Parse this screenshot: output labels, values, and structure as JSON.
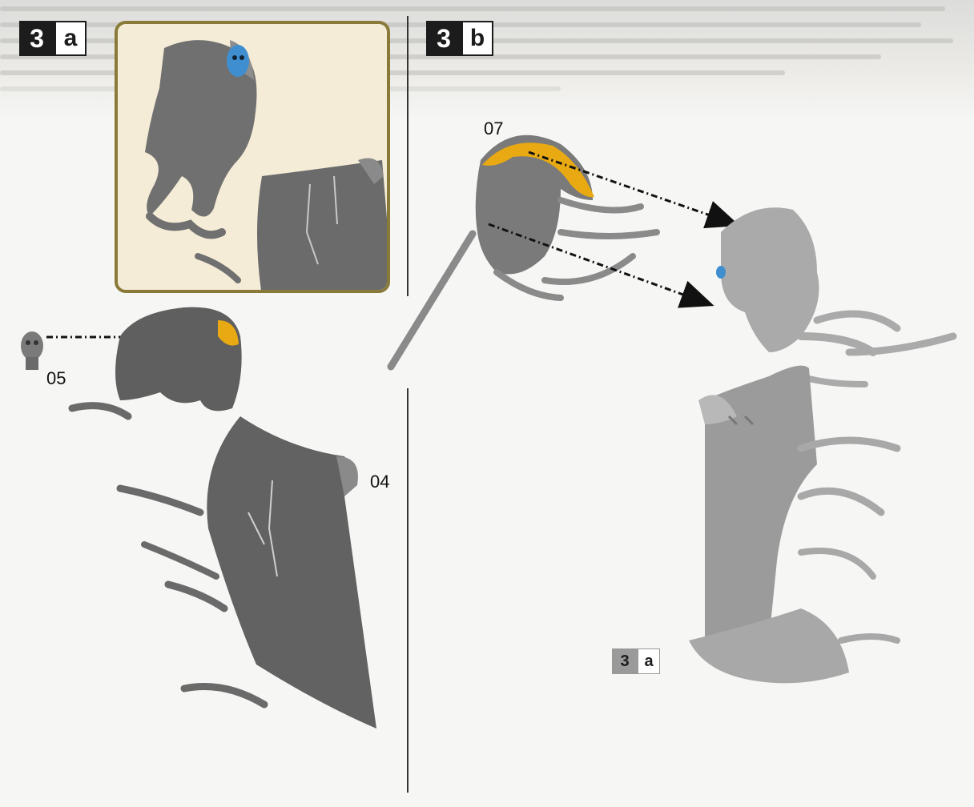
{
  "steps": {
    "left": {
      "number": "3",
      "letter": "a"
    },
    "right": {
      "number": "3",
      "letter": "b"
    },
    "reference": {
      "number": "3",
      "letter": "a"
    }
  },
  "parts": {
    "skull": "05",
    "tombstone": "04",
    "hood_scythe": "07"
  },
  "colors": {
    "highlight": "#e8a912",
    "skull_blue": "#3f8fd0",
    "model_grey": "#6b6b6b",
    "model_light": "#a9a9a9",
    "frame": "#8a7a3a"
  },
  "icons": [
    "skull-icon",
    "arrow-icon",
    "reaper-figure-icon",
    "tombstone-icon",
    "scythe-icon"
  ]
}
